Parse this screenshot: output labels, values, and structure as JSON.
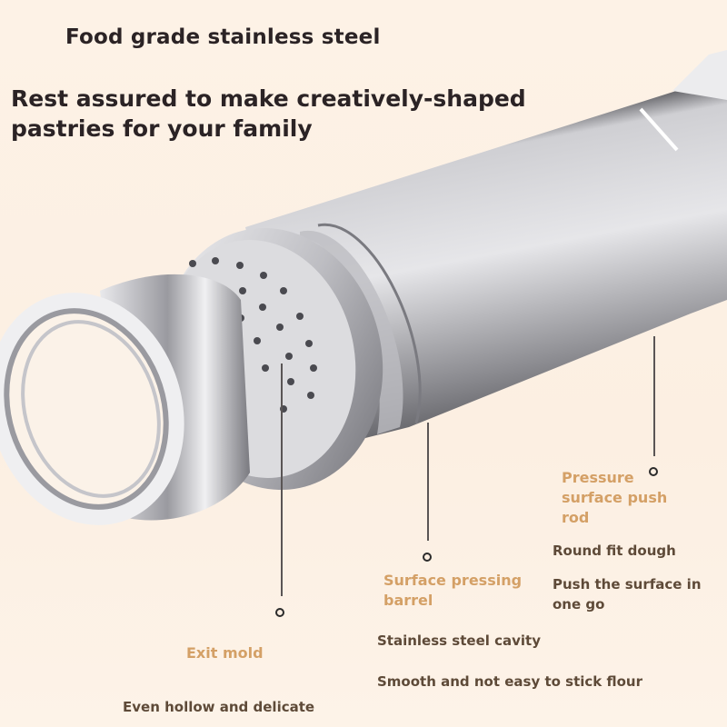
{
  "headline": "Food grade stainless steel",
  "subheadline": "Rest assured to make creatively-shaped pastries for your family",
  "callouts": [
    {
      "label": "Pressure surface push rod",
      "description": [
        "Round fit dough",
        "Push the surface in one go"
      ]
    },
    {
      "label": "Surface pressing barrel",
      "description": [
        "Stainless steel cavity",
        "Smooth and not easy to stick flour"
      ]
    },
    {
      "label": "Exit mold",
      "description": [
        "Even hollow and delicate"
      ]
    }
  ],
  "colors": {
    "background": "#fcf1e5",
    "headline": "#2b2325",
    "label_accent": "#d4a066",
    "description": "#5e4a38",
    "steel_light": "#e8e8ea",
    "steel_dark": "#6e6e72"
  },
  "product_image": {
    "subject": "stainless steel pastry press with perforated mold disc and threaded end cap"
  }
}
